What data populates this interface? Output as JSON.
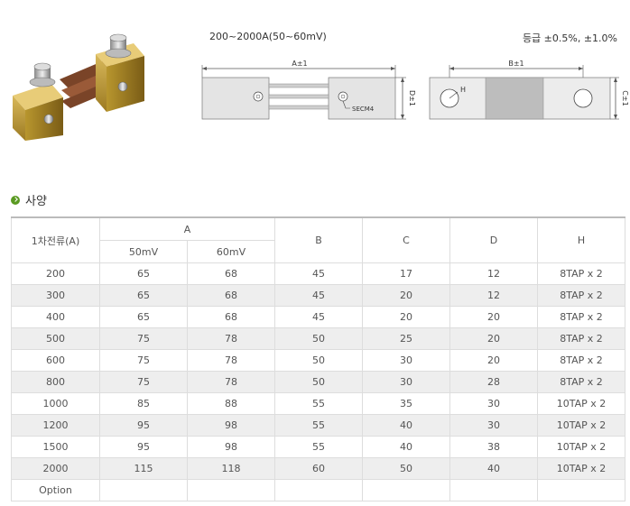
{
  "header": {
    "range": "200~2000A(50~60mV)",
    "grade": "등급 ±0.5%, ±1.0%"
  },
  "drawing": {
    "dim_a": "A±1",
    "dim_b": "B±1",
    "dim_c": "C±1",
    "dim_d": "D±1",
    "dim_h": "H",
    "screw": "SECM4"
  },
  "section": {
    "title": "사양"
  },
  "table": {
    "col_current": "1차전류(A)",
    "col_a": "A",
    "col_a_50": "50mV",
    "col_a_60": "60mV",
    "col_b": "B",
    "col_c": "C",
    "col_d": "D",
    "col_h": "H",
    "rows": [
      [
        "200",
        "65",
        "68",
        "45",
        "17",
        "12",
        "8TAP x 2"
      ],
      [
        "300",
        "65",
        "68",
        "45",
        "20",
        "12",
        "8TAP x 2"
      ],
      [
        "400",
        "65",
        "68",
        "45",
        "20",
        "20",
        "8TAP x 2"
      ],
      [
        "500",
        "75",
        "78",
        "50",
        "25",
        "20",
        "8TAP x 2"
      ],
      [
        "600",
        "75",
        "78",
        "50",
        "30",
        "20",
        "8TAP x 2"
      ],
      [
        "800",
        "75",
        "78",
        "50",
        "30",
        "28",
        "8TAP x 2"
      ],
      [
        "1000",
        "85",
        "88",
        "55",
        "35",
        "30",
        "10TAP x 2"
      ],
      [
        "1200",
        "95",
        "98",
        "55",
        "40",
        "30",
        "10TAP x 2"
      ],
      [
        "1500",
        "95",
        "98",
        "55",
        "40",
        "38",
        "10TAP x 2"
      ],
      [
        "2000",
        "115",
        "118",
        "60",
        "50",
        "40",
        "10TAP x 2"
      ]
    ],
    "option_label": "Option"
  }
}
